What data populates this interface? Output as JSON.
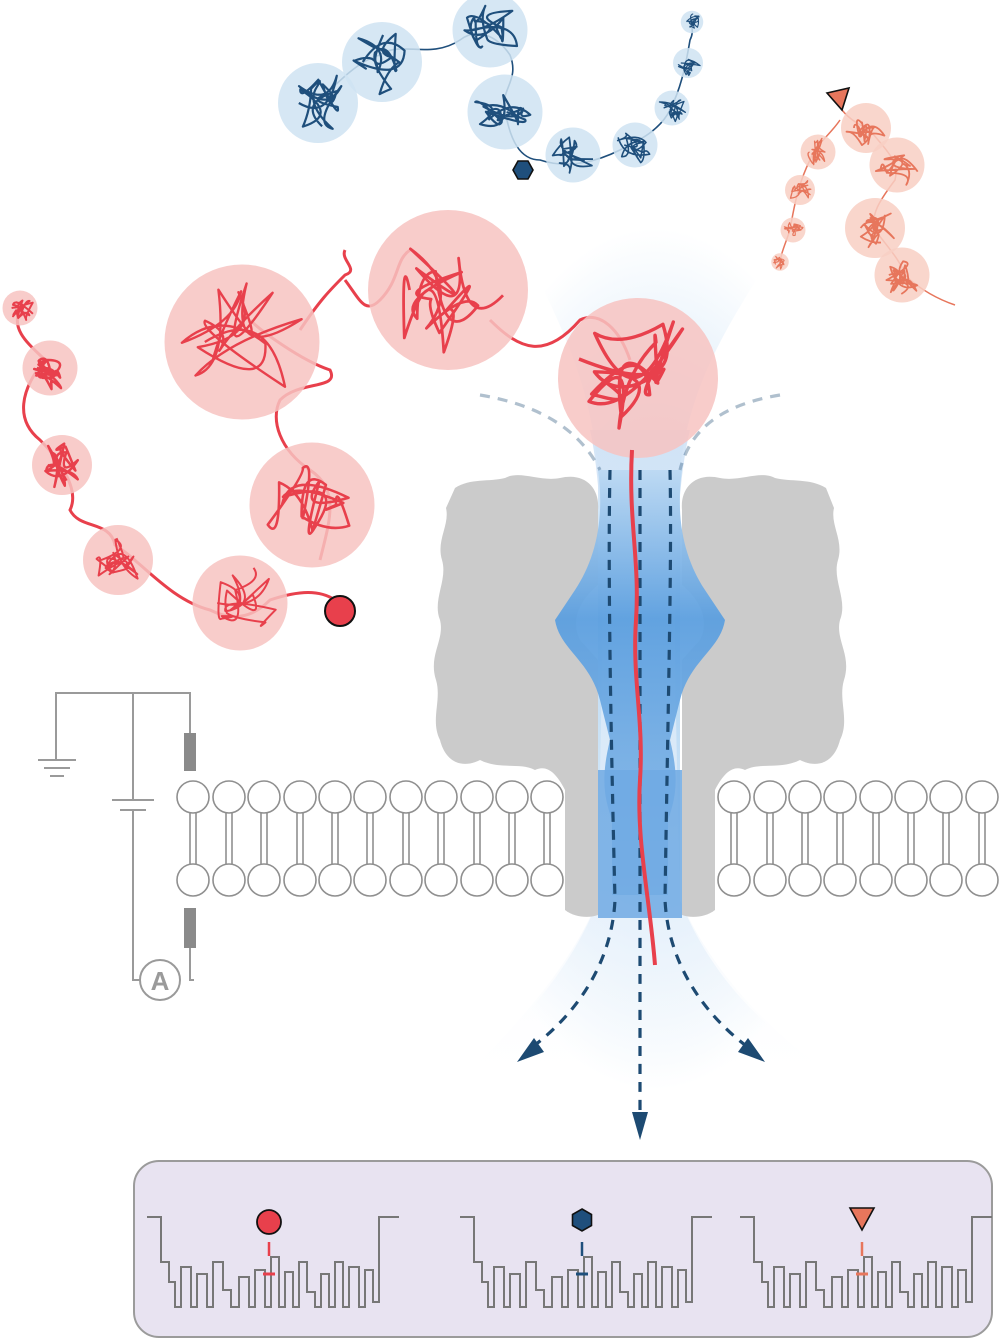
{
  "diagram": {
    "colors": {
      "target_protein": "#e8404c",
      "target_blob": "#f7c3c1",
      "blue_protein": "#1f4f7c",
      "blue_blob": "#cfe3f2",
      "orange_protein": "#e7765c",
      "orange_blob": "#f8cfc3",
      "pore": "#cbcbcb",
      "lumen": "#4a90d6",
      "circuit": "#9a9a9a",
      "panel_bg": "#e8e3f1"
    },
    "ammeter_label": "A",
    "tags": [
      {
        "name": "red-circle-tag",
        "shape": "circle",
        "color": "#e8404c"
      },
      {
        "name": "navy-hexagon-tag",
        "shape": "hexagon",
        "color": "#1f4f7c"
      },
      {
        "name": "orange-triangle-tag",
        "shape": "triangle",
        "color": "#e7765c"
      }
    ],
    "traces": [
      {
        "tag": "circle",
        "marker_color": "#e8404c"
      },
      {
        "tag": "hexagon",
        "marker_color": "#1f4f7c"
      },
      {
        "tag": "triangle",
        "marker_color": "#e7765c"
      }
    ]
  }
}
